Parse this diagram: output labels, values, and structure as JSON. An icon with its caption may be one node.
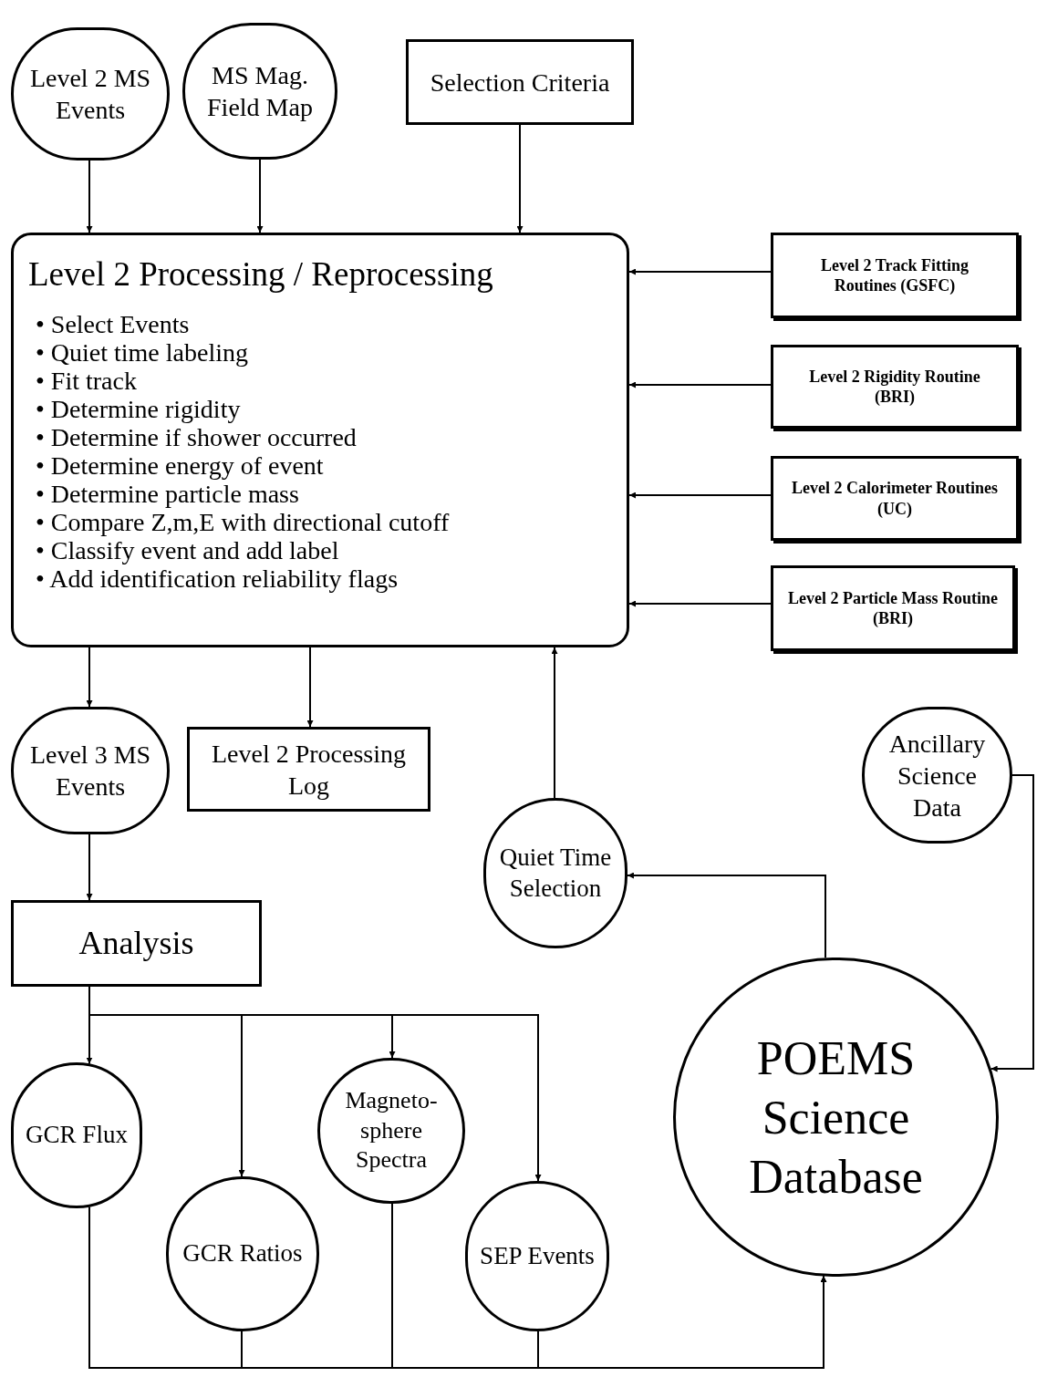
{
  "diagram": {
    "nodes": [
      {
        "text": [
          "Level 2 MS Events"
        ]
      },
      {
        "text": [
          "MS Mag. Field Map"
        ]
      },
      {
        "text": [
          "Selection Criteria"
        ]
      },
      {
        "text": [
          "Level 2 Processing / Reprocessing",
          "• Select Events",
          "• Quiet time labeling",
          "• Fit track",
          "• Determine rigidity",
          "• Determine if shower occurred",
          "• Determine energy of event",
          "• Determine particle mass",
          "• Compare Z,m,E with directional cutoff",
          "• Classify event and add label",
          "• Add identification reliability flags"
        ]
      },
      {
        "text": [
          "Level 2 Track Fitting Routines (GSFC)"
        ]
      },
      {
        "text": [
          "Level 2 Rigidity Routine (BRI)"
        ]
      },
      {
        "text": [
          "Level 2 Calorimeter Routines (UC)"
        ]
      },
      {
        "text": [
          "Level 2 Particle Mass Routine (BRI)"
        ]
      },
      {
        "text": [
          "Level 3 MS Events"
        ]
      },
      {
        "text": [
          "Level 2 Processing Log"
        ]
      },
      {
        "text": [
          "Ancillary Science Data"
        ]
      },
      {
        "text": [
          "Quiet Time Selection"
        ]
      },
      {
        "text": [
          "Analysis"
        ]
      },
      {
        "text": [
          "POEMS Science Database"
        ]
      },
      {
        "text": [
          "GCR Flux"
        ]
      },
      {
        "text": [
          "GCR Ratios"
        ]
      },
      {
        "text": [
          "Magneto-sphere Spectra"
        ]
      },
      {
        "text": [
          "SEP Events"
        ]
      }
    ],
    "edges": [
      {
        "from": 0,
        "to": 3,
        "arrow": "to"
      },
      {
        "from": 1,
        "to": 3,
        "arrow": "to"
      },
      {
        "from": 2,
        "to": 3,
        "arrow": "to"
      },
      {
        "from": 4,
        "to": 3,
        "arrow": "to"
      },
      {
        "from": 5,
        "to": 3,
        "arrow": "to"
      },
      {
        "from": 6,
        "to": 3,
        "arrow": "to"
      },
      {
        "from": 7,
        "to": 3,
        "arrow": "to"
      },
      {
        "from": 3,
        "to": 8,
        "arrow": "to"
      },
      {
        "from": 3,
        "to": 9,
        "arrow": "to"
      },
      {
        "from": 11,
        "to": 3,
        "arrow": "to"
      },
      {
        "from": 8,
        "to": 12,
        "arrow": "to"
      },
      {
        "from": 12,
        "to": 14,
        "arrow": "to"
      },
      {
        "from": 12,
        "to": 15,
        "arrow": "to"
      },
      {
        "from": 12,
        "to": 16,
        "arrow": "to"
      },
      {
        "from": 12,
        "to": 17,
        "arrow": "to"
      },
      {
        "from": 10,
        "to": 13,
        "arrow": "to"
      },
      {
        "from": 13,
        "to": 11,
        "arrow": "to"
      },
      {
        "from": 14,
        "to": 13,
        "arrow": "to"
      },
      {
        "from": 15,
        "to": 13,
        "arrow": "to"
      },
      {
        "from": 16,
        "to": 13,
        "arrow": "to"
      },
      {
        "from": 17,
        "to": 13,
        "arrow": "to"
      }
    ]
  }
}
